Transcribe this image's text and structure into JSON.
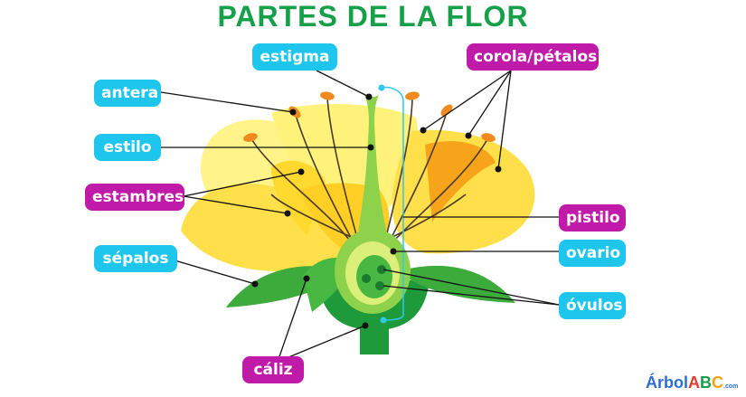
{
  "title": "PARTES DE LA FLOR",
  "labels": {
    "estigma": "estigma",
    "corola": "corola/pétalos",
    "antera": "antera",
    "estilo": "estilo",
    "estambres": "estambres",
    "pistilo": "pistilo",
    "sepalos": "sépalos",
    "ovario": "ovario",
    "ovulos": "óvulos",
    "caliz": "cáliz"
  },
  "logo": {
    "part1": "Árbol",
    "part2": "A",
    "part3": "B",
    "part4": "C",
    "suffix": ".com"
  },
  "colors": {
    "title": "#16a04a",
    "label_cyan": "#1ec6ee",
    "label_magenta": "#c01aa9",
    "petal_light": "#fff27a",
    "petal_mid": "#ffd92e",
    "petal_orange": "#f7a41a",
    "green_dark": "#1f9a3a",
    "green_mid": "#48b842",
    "green_light": "#8ed14a",
    "pistil_line": "#2ec7ee",
    "anther": "#f08a1e"
  }
}
